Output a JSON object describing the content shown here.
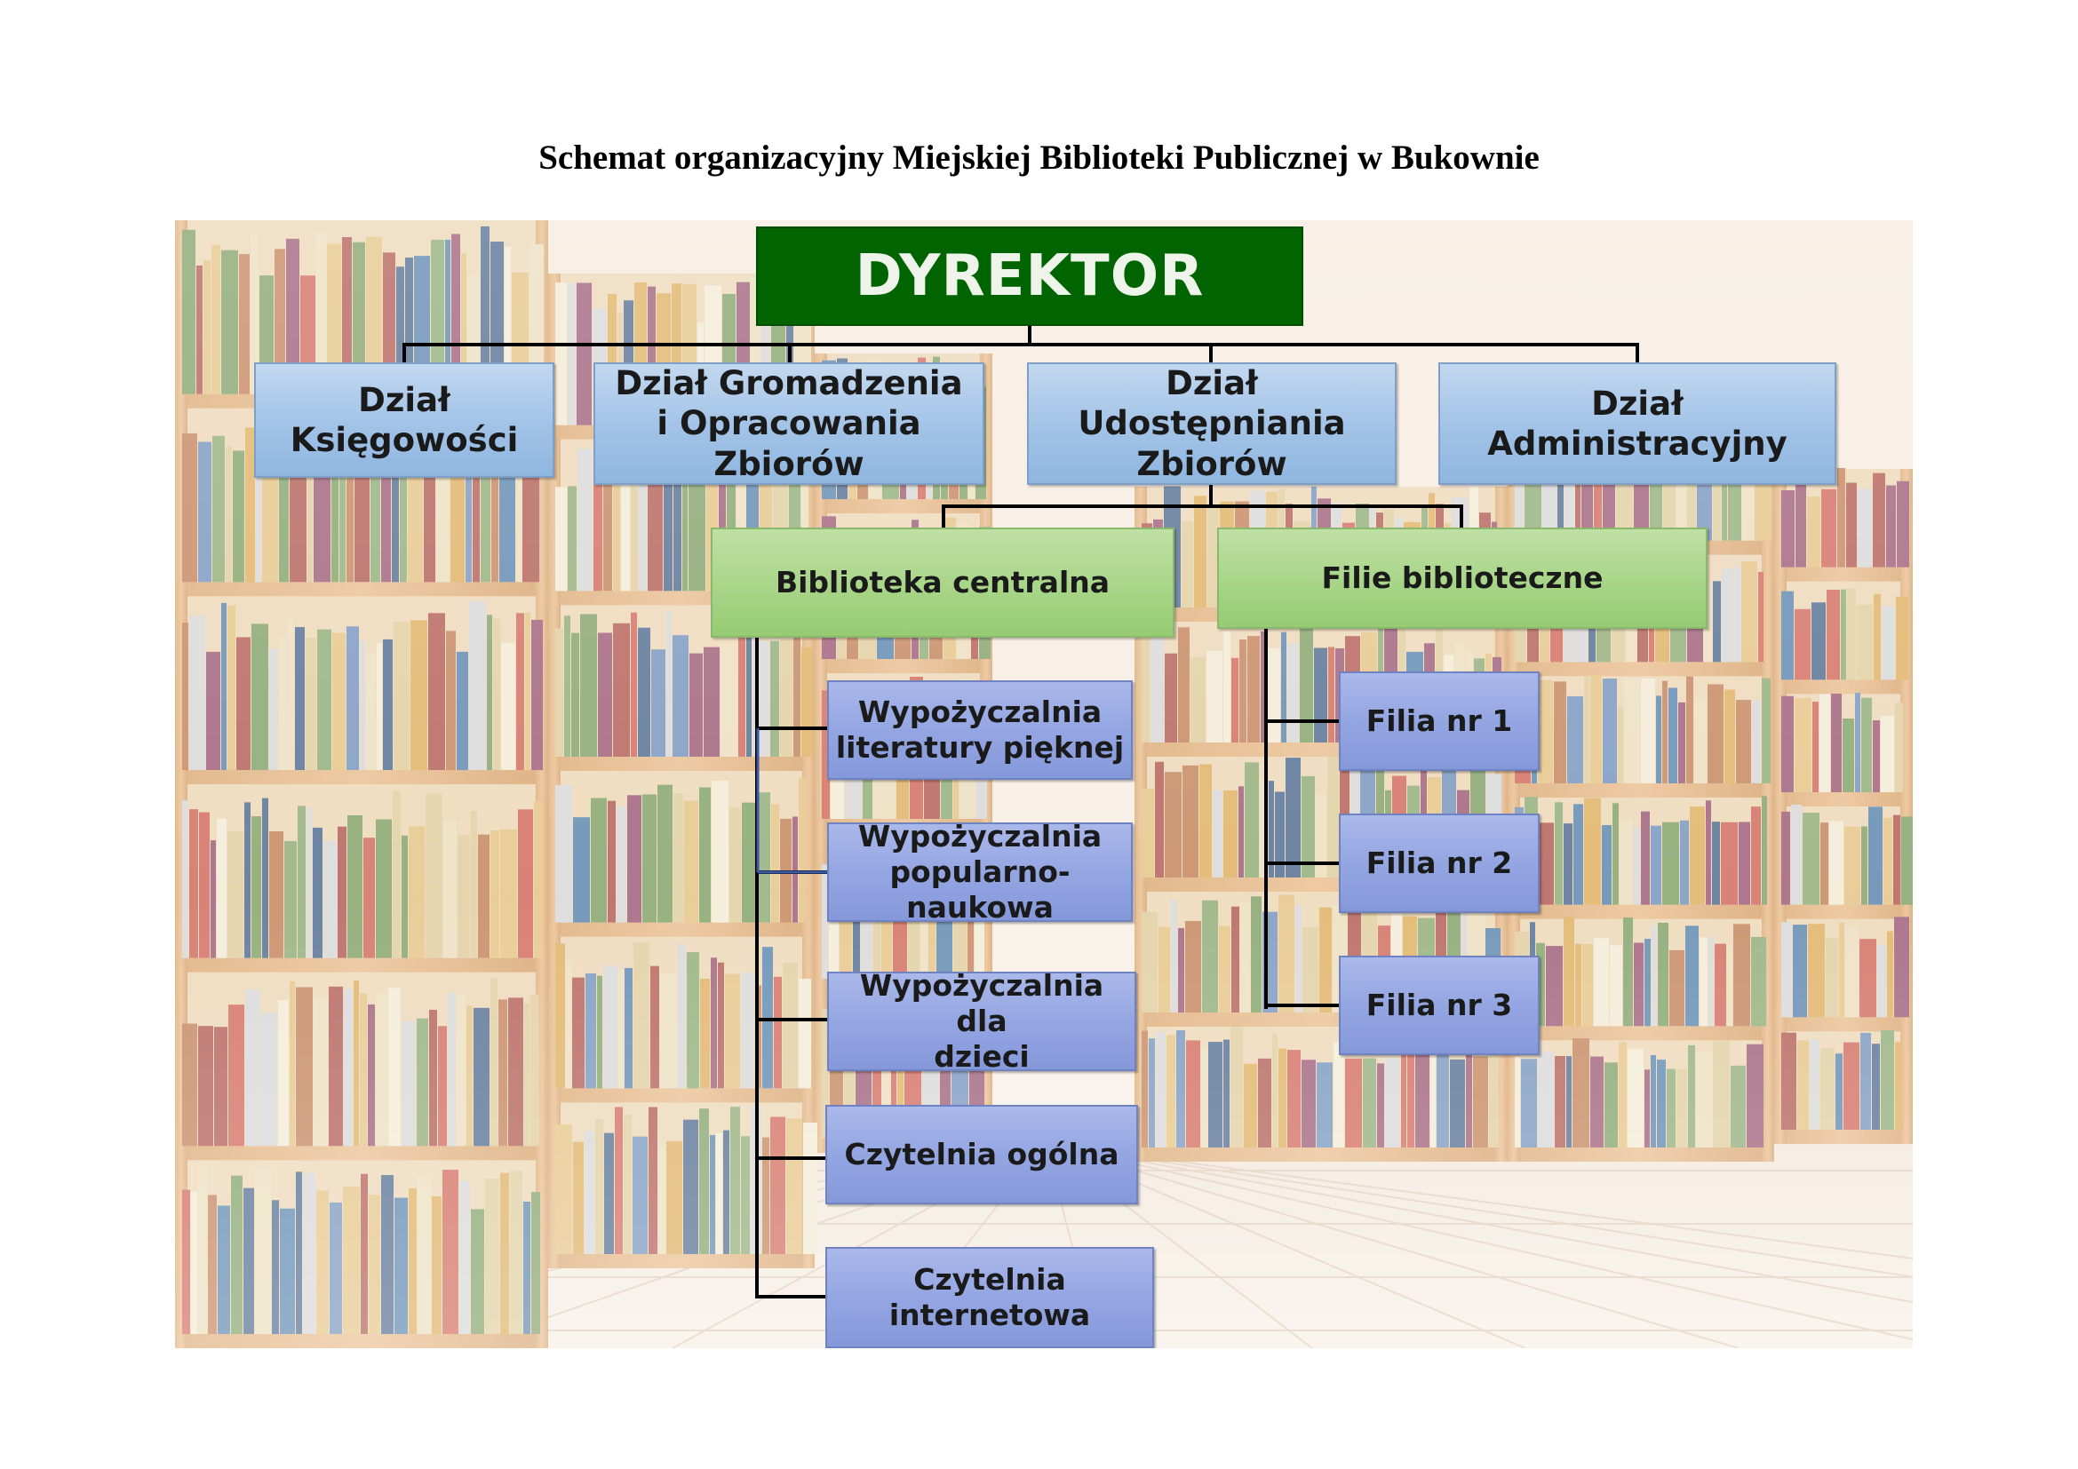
{
  "title": "Schemat organizacyjny Miejskiej Biblioteki Publicznej w Bukownie",
  "director": "DYREKTOR",
  "departments": [
    "Dział Księgowości",
    "Dział Gromadzenia\ni Opracowania Zbiorów",
    "Dział Udostępniania\nZbiorów",
    "Dział Administracyjny"
  ],
  "library_branches": {
    "central": "Biblioteka centralna",
    "filie": "Filie biblioteczne"
  },
  "central_units": [
    "Wypożyczalnia\nliteratury pięknej",
    "Wypożyczalnia\npopularno-naukowa",
    "Wypożyczalnia dla\ndzieci",
    "Czytelnia ogólna",
    "Czytelnia internetowa"
  ],
  "filie_units": [
    "Filia nr 1",
    "Filia nr 2",
    "Filia nr 3"
  ],
  "colors": {
    "director_bg": "#006400",
    "department_bg": "#a4c4e8",
    "branch_bg": "#a8d588",
    "unit_bg": "#94a6e2",
    "connector": "#000000",
    "wood": "#d9a66b"
  },
  "background_image": "library-bookshelves-photo"
}
